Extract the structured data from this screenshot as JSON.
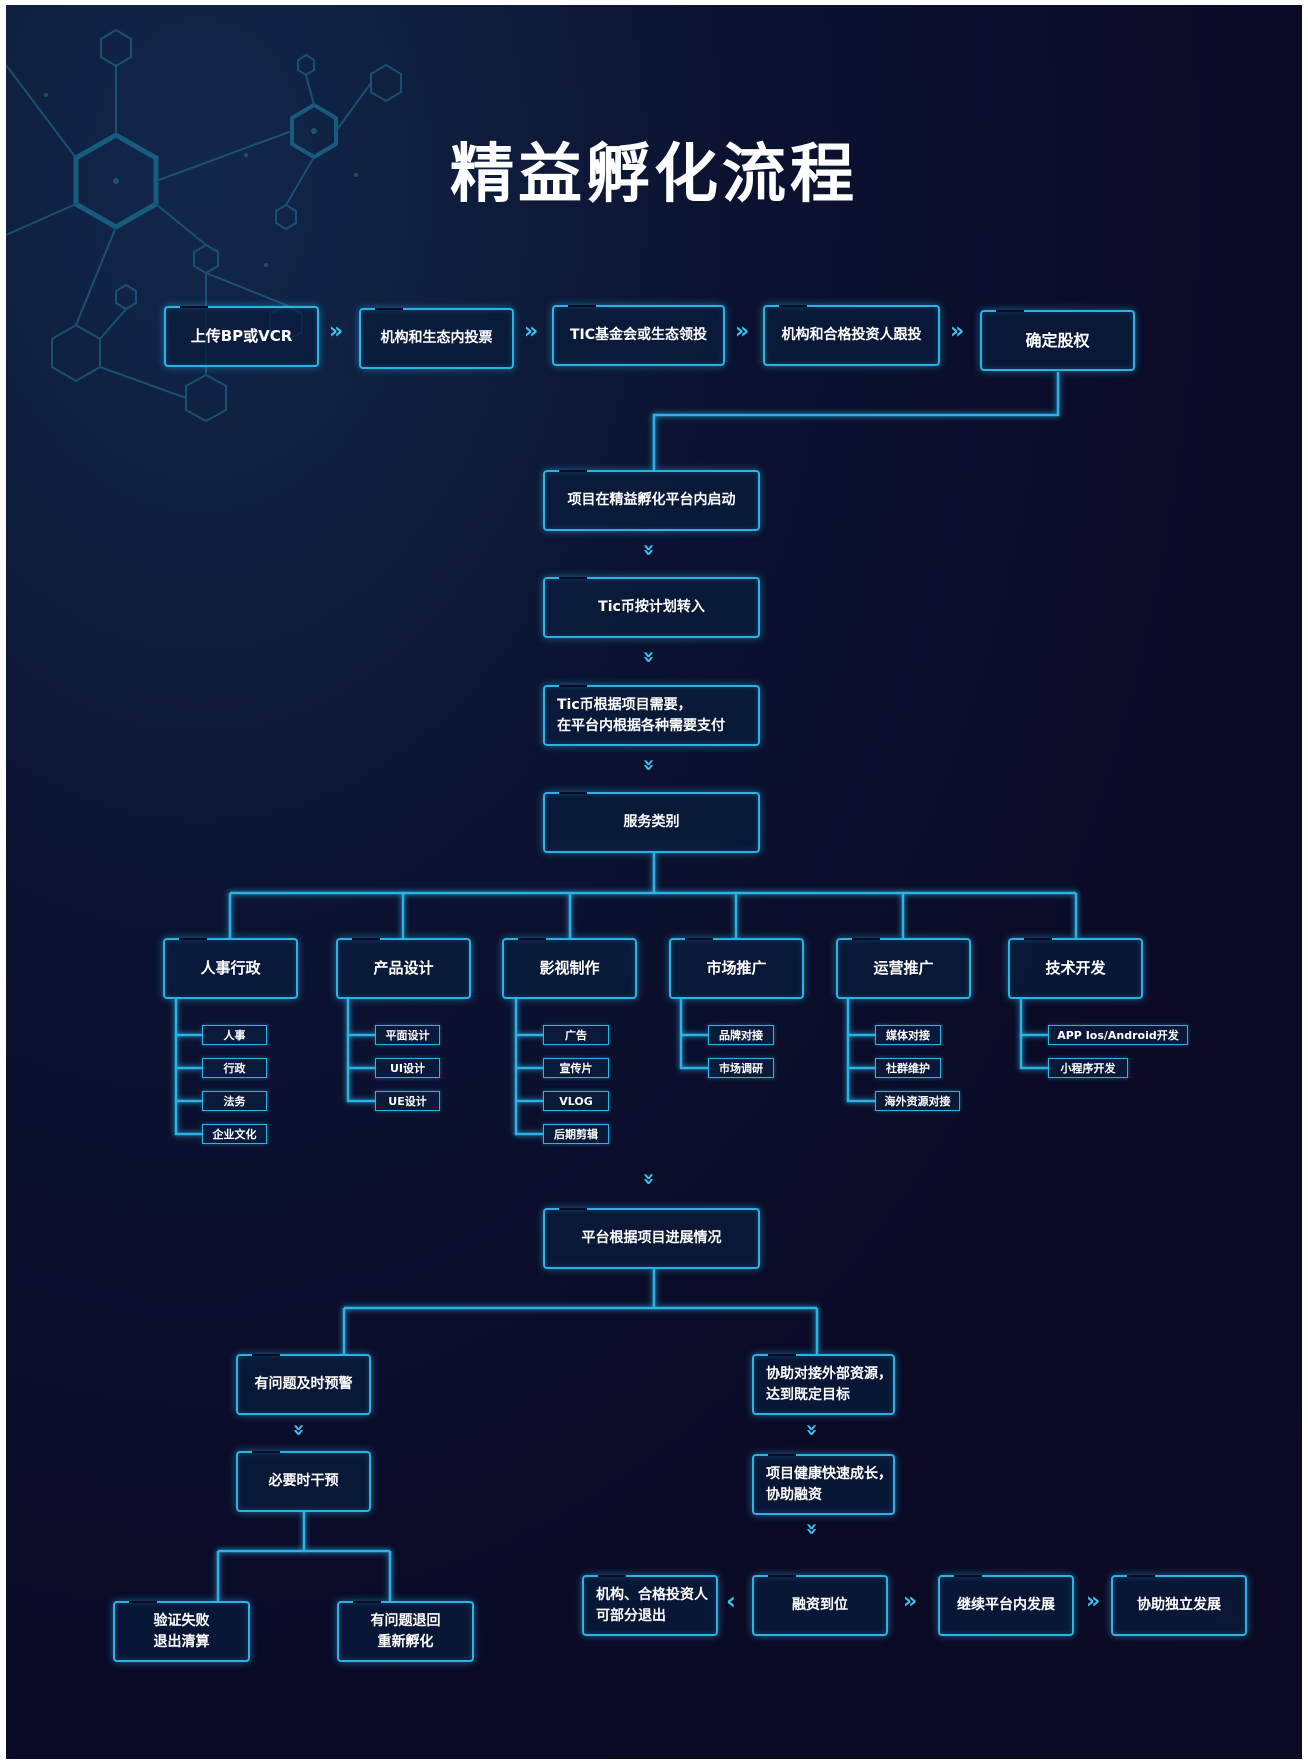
{
  "title": "精益孵化流程",
  "top_flow": [
    "上传BP或VCR",
    "机构和生态内投票",
    "TIC基金会或生态领投",
    "机构和合格投资人跟投",
    "确定股权"
  ],
  "main_flow": [
    "项目在精益孵化平台内启动",
    "Tic币按计划转入",
    "Tic币根据项目需要，\n在平台内根据各种需要支付",
    "服务类别"
  ],
  "categories": [
    {
      "name": "人事行政",
      "items": [
        "人事",
        "行政",
        "法务",
        "企业文化"
      ]
    },
    {
      "name": "产品设计",
      "items": [
        "平面设计",
        "UI设计",
        "UE设计"
      ]
    },
    {
      "name": "影视制作",
      "items": [
        "广告",
        "宣传片",
        "VLOG",
        "后期剪辑"
      ]
    },
    {
      "name": "市场推广",
      "items": [
        "品牌对接",
        "市场调研"
      ]
    },
    {
      "name": "运营推广",
      "items": [
        "媒体对接",
        "社群维护",
        "海外资源对接"
      ]
    },
    {
      "name": "技术开发",
      "items": [
        "APP Ios/Android开发",
        "小程序开发"
      ]
    }
  ],
  "progress": "平台根据项目进展情况",
  "left_branch": {
    "warn": "有问题及时预警",
    "intervene": "必要时干预",
    "fail": "验证失败\n退出清算",
    "retry": "有问题退回\n重新孵化"
  },
  "right_branch": {
    "assist": "协助对接外部资源，\n达到既定目标",
    "grow": "项目健康快速成长，\n协助融资",
    "funded": "融资到位",
    "exit": "机构、合格投资人\n可部分退出",
    "continue": "继续平台内发展",
    "independent": "协助独立发展"
  },
  "colors": {
    "accent": "#2bb3e6",
    "background": "#0a0a26",
    "text": "#ffffff"
  },
  "icons": {
    "arrow_right": "double-chevron-right-icon",
    "arrow_down": "double-chevron-down-icon",
    "arrow_left": "chevron-left-icon"
  }
}
